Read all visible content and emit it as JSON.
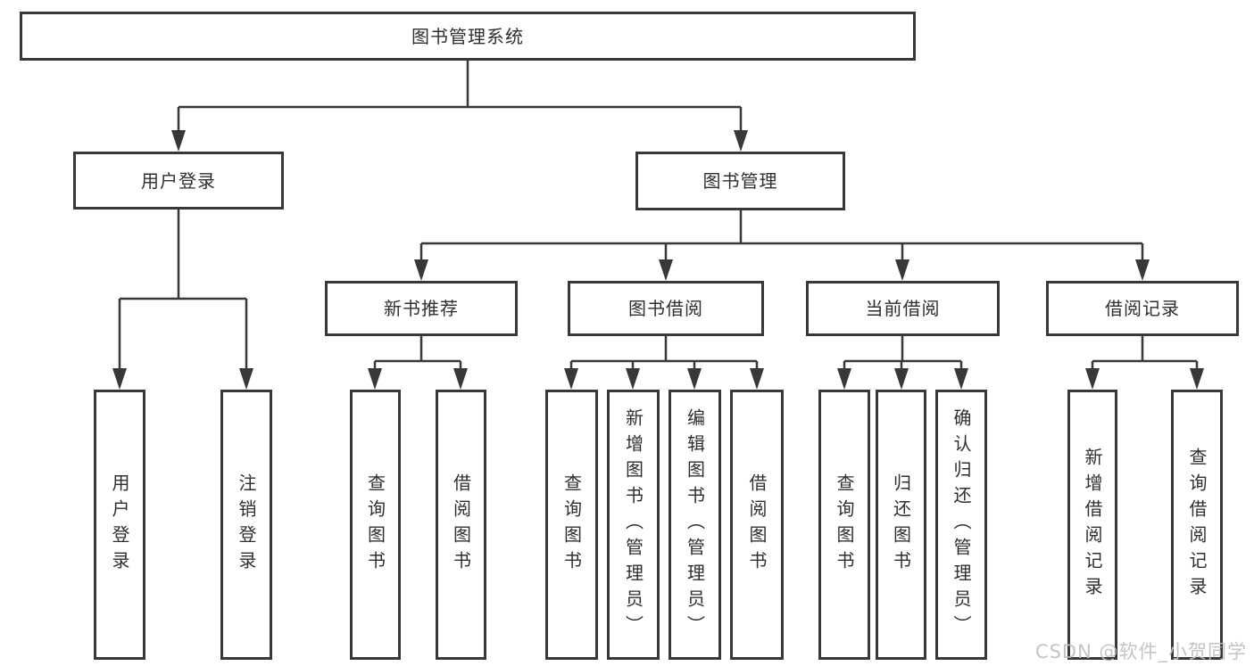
{
  "diagram": {
    "type": "hierarchy-tree",
    "tree": {
      "label": "图书管理系统",
      "children": [
        {
          "label": "用户登录",
          "children": [
            {
              "label": "用户登录"
            },
            {
              "label": "注销登录"
            }
          ]
        },
        {
          "label": "图书管理",
          "children": [
            {
              "label": "新书推荐",
              "children": [
                {
                  "label": "查询图书"
                },
                {
                  "label": "借阅图书"
                }
              ]
            },
            {
              "label": "图书借阅",
              "children": [
                {
                  "label": "查询图书"
                },
                {
                  "label": "新增图书（管理员）"
                },
                {
                  "label": "编辑图书（管理员）"
                },
                {
                  "label": "借阅图书"
                }
              ]
            },
            {
              "label": "当前借阅",
              "children": [
                {
                  "label": "查询图书"
                },
                {
                  "label": "归还图书"
                },
                {
                  "label": "确认归还（管理员）"
                }
              ]
            },
            {
              "label": "借阅记录",
              "children": [
                {
                  "label": "新增借阅记录"
                },
                {
                  "label": "查询借阅记录"
                }
              ]
            }
          ]
        }
      ]
    }
  },
  "watermark": {
    "text": "CSDN @软件_小贺同学"
  },
  "colors": {
    "line": "#383838",
    "box_border": "#383838",
    "box_fill": "#ffffff",
    "text": "#2f2f2f",
    "watermark": "#c1c1c1",
    "background": "#ffffff"
  }
}
